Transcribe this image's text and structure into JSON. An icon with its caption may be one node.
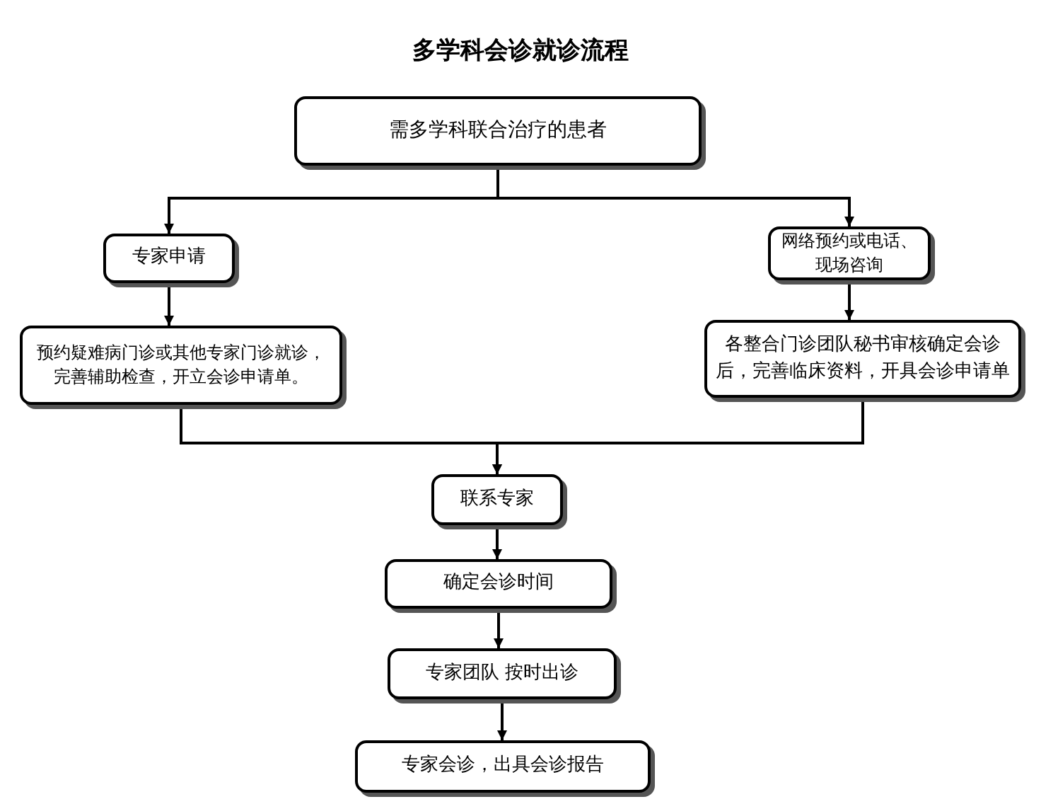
{
  "diagram": {
    "title": "多学科会诊就诊流程",
    "nodes": [
      {
        "text": [
          "需多学科联合治疗的患者"
        ]
      },
      {
        "text": [
          "专家申请"
        ]
      },
      {
        "text": [
          "预约疑难病门诊或其他专家门诊就诊，完善辅助检查，开立会诊申请单。"
        ]
      },
      {
        "text": [
          "网络预约或电话、现场咨询"
        ]
      },
      {
        "text": [
          "各整合门诊团队秘书审核确定会诊后，完善临床资料，开具会诊申请单"
        ]
      },
      {
        "text": [
          "联系专家"
        ]
      },
      {
        "text": [
          "确定会诊时间"
        ]
      },
      {
        "text": [
          "专家团队 按时出诊"
        ]
      },
      {
        "text": [
          "专家会诊，出具会诊报告"
        ]
      }
    ],
    "edges": [
      {
        "from": 0,
        "to": 1,
        "arrow": "to"
      },
      {
        "from": 0,
        "to": 3,
        "arrow": "to"
      },
      {
        "from": 1,
        "to": 2,
        "arrow": "to"
      },
      {
        "from": 3,
        "to": 4,
        "arrow": "to"
      },
      {
        "from": 2,
        "to": 5,
        "arrow": "to"
      },
      {
        "from": 4,
        "to": 5,
        "arrow": "to"
      },
      {
        "from": 5,
        "to": 6,
        "arrow": "to"
      },
      {
        "from": 6,
        "to": 7,
        "arrow": "to"
      },
      {
        "from": 7,
        "to": 8,
        "arrow": "to"
      }
    ]
  }
}
